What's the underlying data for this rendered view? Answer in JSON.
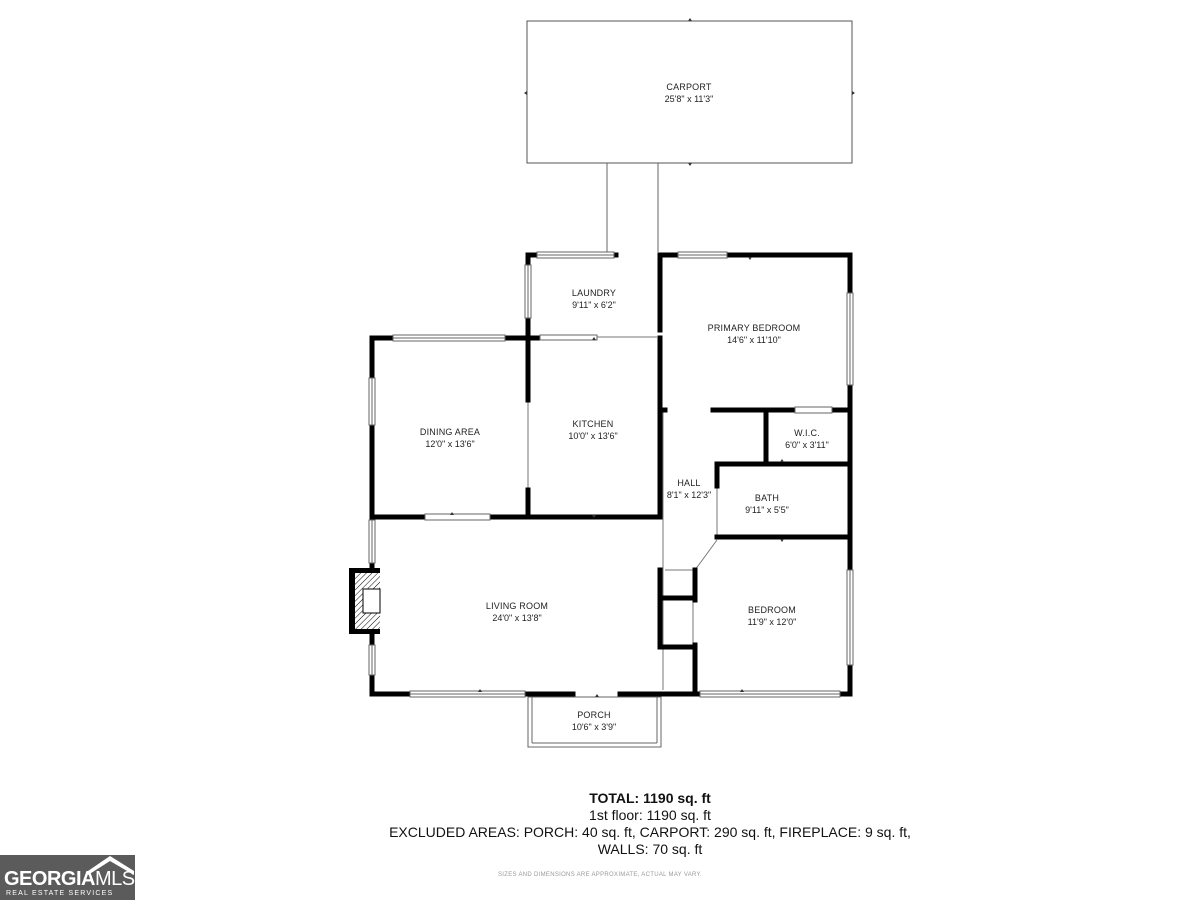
{
  "rooms": {
    "carport": {
      "name": "CARPORT",
      "dims": "25'8\" x 11'3\""
    },
    "laundry": {
      "name": "LAUNDRY",
      "dims": "9'11\" x 6'2\""
    },
    "primary_bedroom": {
      "name": "PRIMARY BEDROOM",
      "dims": "14'6\" x 11'10\""
    },
    "dining_area": {
      "name": "DINING AREA",
      "dims": "12'0\" x 13'6\""
    },
    "kitchen": {
      "name": "KITCHEN",
      "dims": "10'0\" x 13'6\""
    },
    "wic": {
      "name": "W.I.C.",
      "dims": "6'0\" x 3'11\""
    },
    "hall": {
      "name": "HALL",
      "dims": "8'1\" x 12'3\""
    },
    "bath": {
      "name": "BATH",
      "dims": "9'11\" x 5'5\""
    },
    "living_room": {
      "name": "LIVING ROOM",
      "dims": "24'0\" x 13'8\""
    },
    "bedroom": {
      "name": "BEDROOM",
      "dims": "11'9\" x 12'0\""
    },
    "porch": {
      "name": "PORCH",
      "dims": "10'6\" x 3'9\""
    }
  },
  "summary": {
    "total": "TOTAL: 1190 sq. ft",
    "floor1": "1st floor: 1190 sq. ft",
    "excluded": "EXCLUDED AREAS: PORCH: 40 sq. ft, CARPORT: 290 sq. ft, FIREPLACE: 9 sq. ft,",
    "walls": "WALLS: 70 sq. ft"
  },
  "disclaimer": "SIZES AND DIMENSIONS ARE APPROXIMATE, ACTUAL MAY VARY.",
  "logo": {
    "brand_bold": "GEORGIA",
    "brand_light": "MLS",
    "tagline": "REAL ESTATE SERVICES"
  },
  "colors": {
    "wall": "#000000",
    "logo_bg": "#5b5b5b"
  }
}
